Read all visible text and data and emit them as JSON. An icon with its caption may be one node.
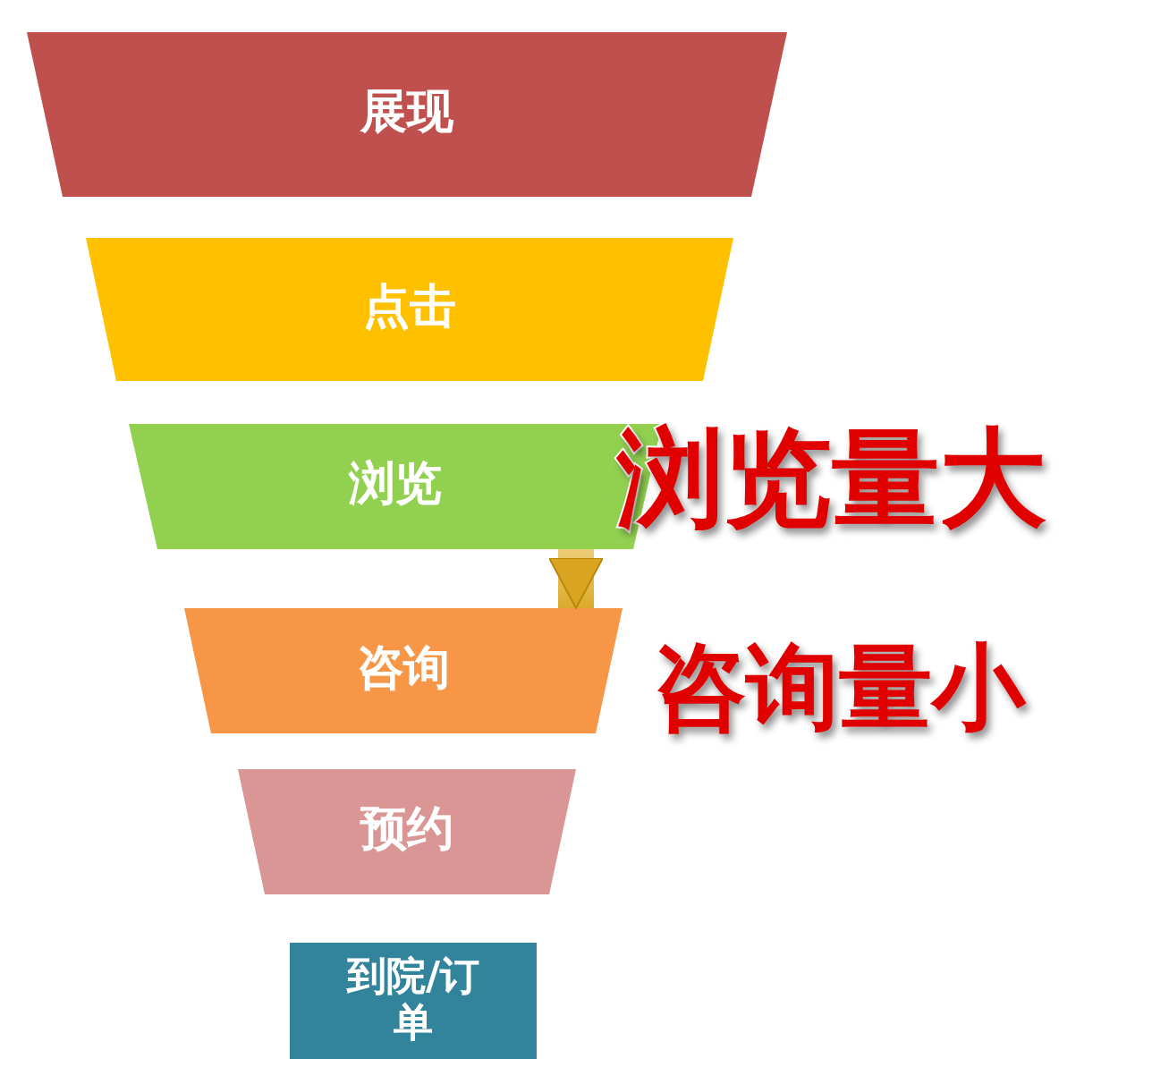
{
  "diagram": {
    "nodes": [
      {
        "text": [
          "展现"
        ]
      },
      {
        "text": [
          "点击"
        ]
      },
      {
        "text": [
          "浏览"
        ]
      },
      {
        "text": [
          "咨询"
        ]
      },
      {
        "text": [
          "预约"
        ]
      },
      {
        "text": [
          "到院/订单"
        ]
      }
    ],
    "edges": [
      {
        "from": 2,
        "to": 3,
        "arrow": "to"
      }
    ],
    "labels": [
      "浏览量大",
      "咨询量小"
    ]
  }
}
